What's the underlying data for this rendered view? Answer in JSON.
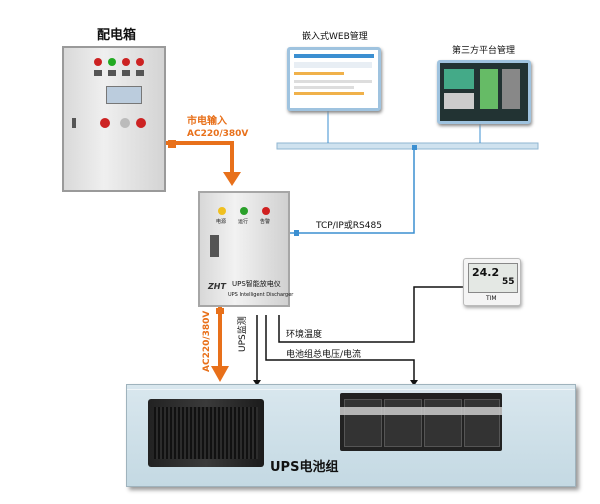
{
  "labels": {
    "distribution_box": "配电箱",
    "embedded_web": "嵌入式WEB管理",
    "third_party": "第三方平台管理",
    "mains_input": "市电输入",
    "mains_voltage": "AC220/380V",
    "tcp_ip": "TCP/IP或RS485",
    "device_name_cn": "UPS智能放电仪",
    "device_name_en": "UPS Intelligent Discharger",
    "device_logo": "ZHT",
    "env_temp": "环境温度",
    "battery_voltage_current": "电池组总电压/电流",
    "ups_monitor": "UPS监测",
    "ac_vertical": "AC220/380V",
    "ups_battery_group": "UPS电池组",
    "led1": "电源",
    "led2": "运行",
    "led3": "告警"
  },
  "sensor": {
    "temp": "24.2",
    "humidity": "55",
    "footer": "TIM"
  },
  "colors": {
    "orange": "#e8701a",
    "blue_line": "#3b8fd1",
    "black_line": "#111111",
    "bus": "#9fc3df"
  }
}
